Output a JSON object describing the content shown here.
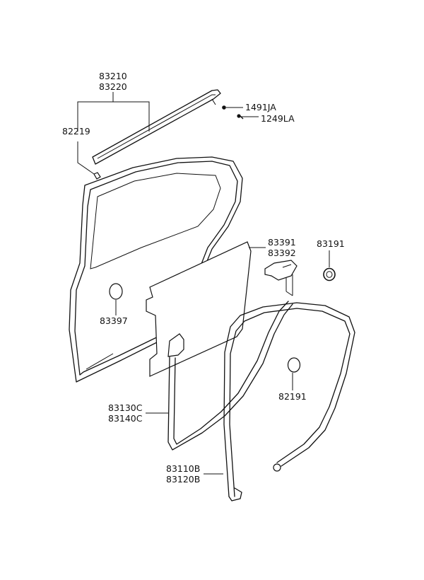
{
  "diagram": {
    "labels": {
      "p83210": "83210",
      "p83220": "83220",
      "p82219": "82219",
      "p1491JA": "1491JA",
      "p1249LA": "1249LA",
      "p83391": "83391",
      "p83392": "83392",
      "p83191": "83191",
      "p83397": "83397",
      "p82191": "82191",
      "p83130C": "83130C",
      "p83140C": "83140C",
      "p83110B": "83110B",
      "p83120B": "83120B"
    }
  }
}
